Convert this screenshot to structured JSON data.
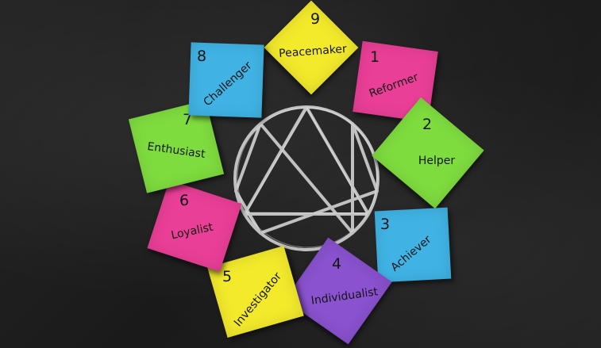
{
  "notes": [
    {
      "number": "9",
      "word": "Peacemaker",
      "color": "#f3ea2c"
    },
    {
      "number": "1",
      "word": "Reformer",
      "color": "#ea3f97"
    },
    {
      "number": "2",
      "word": "Helper",
      "color": "#7fdc3f"
    },
    {
      "number": "3",
      "word": "Achiever",
      "color": "#40b3e4"
    },
    {
      "number": "4",
      "word": "Individualist",
      "color": "#8a52cf"
    },
    {
      "number": "5",
      "word": "Investigator",
      "color": "#f3ea2c"
    },
    {
      "number": "6",
      "word": "Loyalist",
      "color": "#ea3f97"
    },
    {
      "number": "7",
      "word": "Enthusiast",
      "color": "#7fdc3f"
    },
    {
      "number": "8",
      "word": "Challenger",
      "color": "#40b3e4"
    }
  ],
  "colors": {
    "chalk": "#d8d8d8",
    "board": "#1f1f1f"
  }
}
